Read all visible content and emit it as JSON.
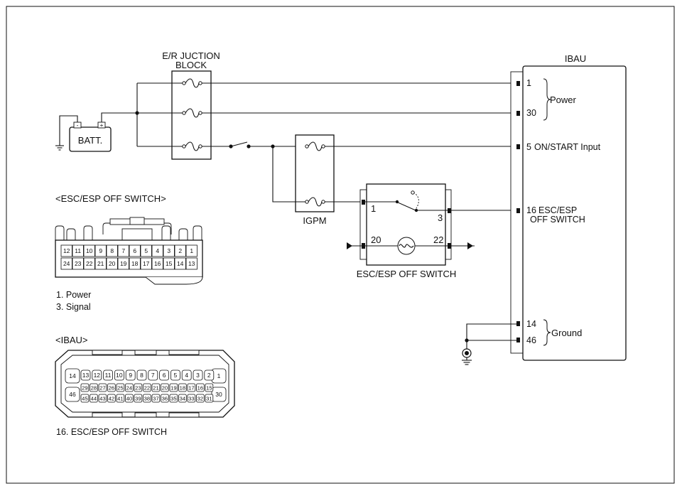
{
  "labels": {
    "junction_block_line1": "E/R JUCTION",
    "junction_block_line2": "BLOCK",
    "battery": "BATT.",
    "igpm": "IGPM",
    "ibau": "IBAU",
    "switch_name": "ESC/ESP OFF SWITCH",
    "power_group": "Power",
    "ground_group": "Ground"
  },
  "ibau_pins": [
    {
      "num": "1",
      "label": ""
    },
    {
      "num": "30",
      "label": ""
    },
    {
      "num": "5",
      "label": "ON/START Input"
    },
    {
      "num": "16",
      "label": "ESC/ESP"
    },
    {
      "num": "14",
      "label": ""
    },
    {
      "num": "46",
      "label": ""
    }
  ],
  "ibau_pin16_line2": "OFF SWITCH",
  "switch_pins": {
    "p1": "1",
    "p3": "3",
    "p20": "20",
    "p22": "22"
  },
  "battery_terminals": {
    "neg": "-",
    "pos": "+"
  },
  "esc_connector": {
    "title": "<ESC/ESP OFF SWITCH>",
    "top_row": [
      "12",
      "11",
      "10",
      "9",
      "8",
      "7",
      "6",
      "5",
      "4",
      "3",
      "2",
      "1"
    ],
    "bottom_row": [
      "24",
      "23",
      "22",
      "21",
      "20",
      "19",
      "18",
      "17",
      "16",
      "15",
      "14",
      "13"
    ],
    "notes": [
      "1. Power",
      "3. Signal"
    ]
  },
  "ibau_connector": {
    "title": "<IBAU>",
    "left_top": "14",
    "left_bottom": "46",
    "right_top": "1",
    "right_bottom": "30",
    "row1": [
      "13",
      "12",
      "11",
      "10",
      "9",
      "8",
      "7",
      "6",
      "5",
      "4",
      "3",
      "2"
    ],
    "row2": [
      "29",
      "28",
      "27",
      "26",
      "25",
      "24",
      "23",
      "22",
      "21",
      "20",
      "19",
      "18",
      "17",
      "16",
      "15"
    ],
    "row3": [
      "45",
      "44",
      "43",
      "42",
      "41",
      "40",
      "39",
      "38",
      "37",
      "36",
      "35",
      "34",
      "33",
      "32",
      "31"
    ],
    "notes": [
      "16. ESC/ESP OFF SWITCH"
    ]
  }
}
